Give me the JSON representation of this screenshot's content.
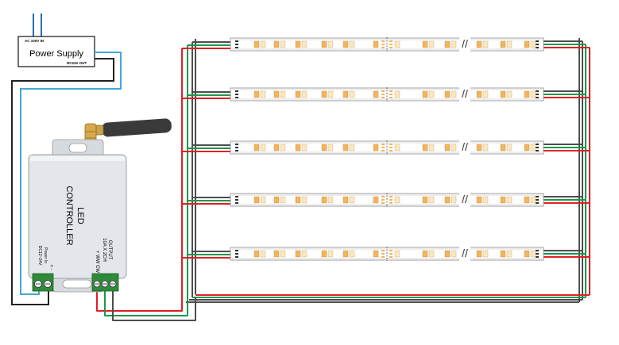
{
  "power_supply": {
    "title": "Power Supply",
    "input_label": "AC 100V IN",
    "output_label": "DC24V OUT"
  },
  "controller": {
    "title_line1": "LED",
    "title_line2": "CONTROLLER",
    "output_line1": "OUTPUT",
    "output_line2": "10A X 2CH",
    "output_channels": "+ WW CW",
    "power_in_line1": "Power In",
    "power_in_line2": "DC12~24V",
    "power_polarity": "+ -"
  },
  "strips": {
    "count": 5,
    "break_symbol": "//"
  },
  "colors": {
    "wire_positive": "#e11f26",
    "wire_ww": "#1a9a4b",
    "wire_cw": "#4d4d4d",
    "wire_dc": "#3fa9d8",
    "wire_ac": "#2a6fb8",
    "led_warm": "#f3b45f",
    "led_cool": "#fbe7c0",
    "terminal": "#2e8b3a",
    "housing": "#e3e6ea"
  }
}
